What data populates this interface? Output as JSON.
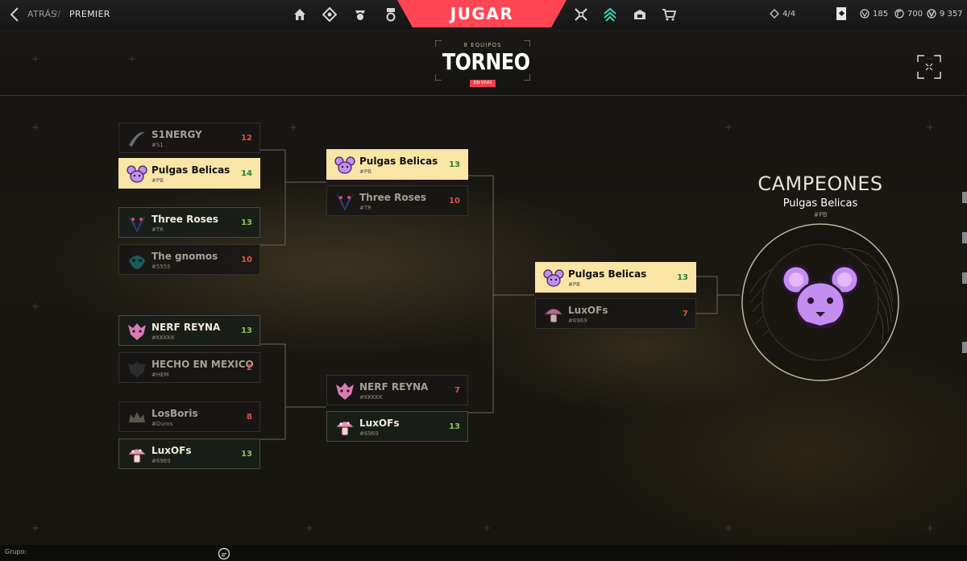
{
  "topbar": {
    "back_label": "ATRÁS",
    "separator": "//",
    "current_label": "PREMIER",
    "play_label": "JUGAR",
    "nav_icons_left": [
      "home-icon",
      "battlepass-icon",
      "agents-icon",
      "career-icon"
    ],
    "nav_icons_right": [
      "esports-icon",
      "premier-icon",
      "collection-icon",
      "store-icon"
    ],
    "party_count": "4/4",
    "radianite": "185",
    "kingdom_credits": "700",
    "valorant_points": "9 357",
    "accent_color": "#ff4655"
  },
  "header": {
    "teams_count": "8 EQUIPOS",
    "title": "TORNEO",
    "live_badge": "EN VIVO"
  },
  "bracket": {
    "quarterfinals": [
      {
        "top": {
          "name": "S1NERGY",
          "tag": "#S1",
          "score": "12",
          "result": "lose",
          "logo": "swoosh-logo"
        },
        "bottom": {
          "name": "Pulgas Belicas",
          "tag": "#PB",
          "score": "14",
          "result": "win",
          "logo": "rat-logo"
        }
      },
      {
        "top": {
          "name": "Three Roses",
          "tag": "#TR",
          "score": "13",
          "result": "win",
          "logo": "roses-logo"
        },
        "bottom": {
          "name": "The gnomos",
          "tag": "#5555",
          "score": "10",
          "result": "lose",
          "logo": "gnome-logo"
        }
      },
      {
        "top": {
          "name": "NERF REYNA",
          "tag": "#KKKKK",
          "score": "13",
          "result": "win",
          "logo": "pink-creature-logo"
        },
        "bottom": {
          "name": "HECHO EN MEXICO",
          "tag": "#HEM",
          "score": "2",
          "result": "lose",
          "logo": "dark-creature-logo"
        }
      },
      {
        "top": {
          "name": "LosBoris",
          "tag": "#Duros",
          "score": "8",
          "result": "lose",
          "logo": "crown-logo"
        },
        "bottom": {
          "name": "LuxOFs",
          "tag": "#6969",
          "score": "13",
          "result": "win",
          "logo": "mushroom-logo"
        }
      }
    ],
    "semifinals": [
      {
        "top": {
          "name": "Pulgas Belicas",
          "tag": "#PB",
          "score": "13",
          "result": "win",
          "logo": "rat-logo"
        },
        "bottom": {
          "name": "Three Roses",
          "tag": "#TR",
          "score": "10",
          "result": "lose",
          "logo": "roses-logo"
        }
      },
      {
        "top": {
          "name": "NERF REYNA",
          "tag": "#KKKKK",
          "score": "7",
          "result": "lose",
          "logo": "pink-creature-logo"
        },
        "bottom": {
          "name": "LuxOFs",
          "tag": "#6969",
          "score": "13",
          "result": "win",
          "logo": "mushroom-logo"
        }
      }
    ],
    "final": {
      "top": {
        "name": "Pulgas Belicas",
        "tag": "#PB",
        "score": "13",
        "result": "win",
        "logo": "rat-logo"
      },
      "bottom": {
        "name": "LuxOFs",
        "tag": "#6969",
        "score": "7",
        "result": "lose",
        "logo": "mushroom-logo"
      }
    }
  },
  "champions": {
    "title": "CAMPEONES",
    "team_name": "Pulgas Belicas",
    "team_tag": "#PB"
  },
  "bottom": {
    "group_label": "Grupo:",
    "chat_placeholder": ""
  },
  "colors": {
    "highlight_card": "#f9e5a6",
    "win_score": "#8ec15a",
    "lose_score": "#d9554c",
    "rat_logo": "#c48ef0"
  }
}
